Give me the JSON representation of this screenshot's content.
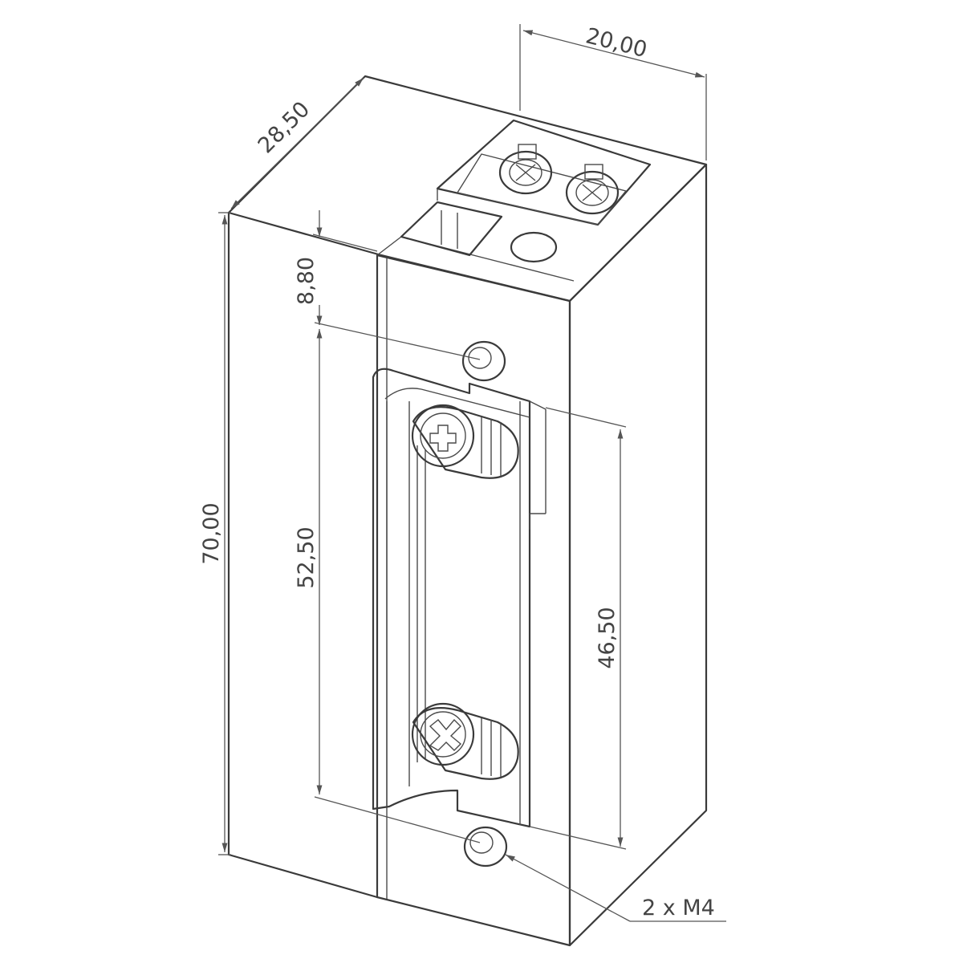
{
  "dimensions": {
    "width_top": "20,00",
    "depth": "28,50",
    "height_total": "70,00",
    "offset_top": "8,80",
    "hole_spacing": "52,50",
    "strike_length": "46,50"
  },
  "callout": {
    "screws": "2 x M4"
  },
  "colors": {
    "line": "#3a3a3a",
    "text": "#444444",
    "background": "#ffffff"
  }
}
